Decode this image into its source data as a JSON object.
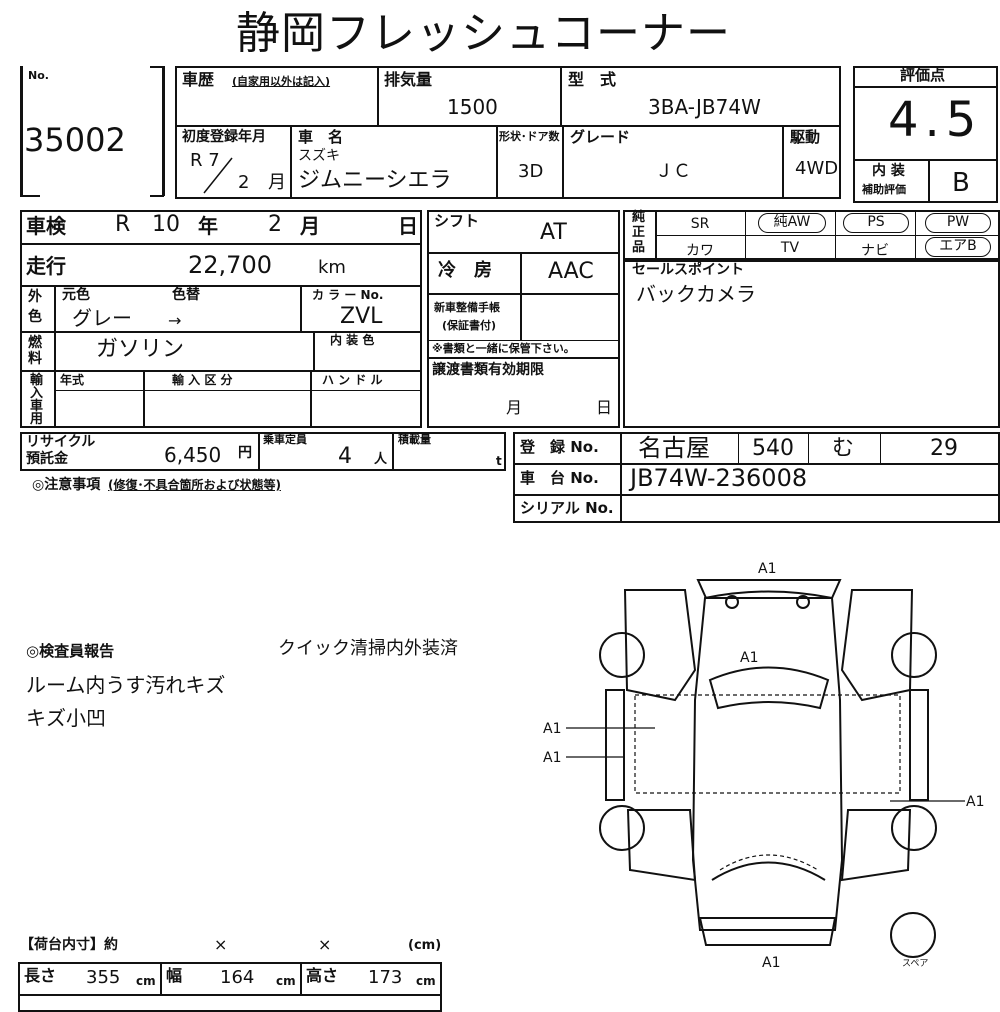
{
  "header": {
    "title": "静岡フレッシュコーナー"
  },
  "lot": {
    "label": "No.",
    "value": "35002"
  },
  "history": {
    "label": "車歴",
    "sub": "(自家用以外は記入)"
  },
  "displacement": {
    "label": "排気量",
    "value": "1500"
  },
  "model_code": {
    "label": "型　式",
    "value": "3BA-JB74W"
  },
  "first_reg": {
    "label": "初度登録年月",
    "era": "R 7",
    "month": "2",
    "month_unit": "月"
  },
  "car_name": {
    "label": "車　名",
    "maker": "スズキ",
    "model": "ジムニーシエラ"
  },
  "doors": {
    "label": "形状･ドア数",
    "value": "3D"
  },
  "grade": {
    "label": "グレード",
    "value": "ＪＣ"
  },
  "drive": {
    "label": "駆動",
    "value": "4WD"
  },
  "score": {
    "label": "評価点",
    "value": "4.5",
    "interior_label_1": "内 装",
    "interior_label_2": "補助評価",
    "interior_value": "B"
  },
  "inspection": {
    "label": "車検",
    "era": "R",
    "year": "10",
    "year_unit": "年",
    "month": "2",
    "month_unit": "月",
    "day_unit": "日"
  },
  "mileage": {
    "label": "走行",
    "value": "22,700",
    "unit": "km"
  },
  "shift": {
    "label": "シフト",
    "value": "AT"
  },
  "ac": {
    "label": "冷　房",
    "value": "AAC"
  },
  "color": {
    "side_label_1": "外",
    "side_label_2": "色",
    "original_label": "元色",
    "change_label": "色替",
    "original_value": "グレー",
    "change_value": "→",
    "code_label": "カ ラ ー No.",
    "code_value": "ZVL"
  },
  "fuel": {
    "side_label_1": "燃",
    "side_label_2": "料",
    "value": "ガソリン",
    "interior_color_label": "内 装 色"
  },
  "import": {
    "side_label": [
      "輸",
      "入",
      "車",
      "用"
    ],
    "year_label": "年式",
    "category_label": "輸 入 区 分",
    "handle_label": "ハ ン ド ル"
  },
  "warranty": {
    "label_1": "新車整備手帳",
    "label_2": "(保証書付)",
    "note": "※書類と一緒に保管下さい。"
  },
  "transfer": {
    "label": "譲渡書類有効期限",
    "month_unit": "月",
    "day_unit": "日"
  },
  "equipment": {
    "side_label": [
      "純",
      "正",
      "品"
    ],
    "row1": [
      "SR",
      "純AW",
      "PS",
      "PW"
    ],
    "row2": [
      "カワ",
      "TV",
      "ナビ",
      "エアB"
    ]
  },
  "sales_point": {
    "label": "セールスポイント",
    "value": "バックカメラ"
  },
  "recycle": {
    "label_1": "リサイクル",
    "label_2": "預託金",
    "value": "6,450",
    "unit": "円"
  },
  "capacity": {
    "label": "乗車定員",
    "value": "4",
    "unit": "人"
  },
  "load": {
    "label": "積載量",
    "unit": "t"
  },
  "registration": {
    "label": "登　録 No.",
    "city": "名古屋",
    "class": "540",
    "kana": "む",
    "number": "29"
  },
  "chassis": {
    "label": "車　台 No.",
    "value": "JB74W-236008"
  },
  "serial": {
    "label": "シリアル No."
  },
  "notes": {
    "label": "◎注意事項",
    "sub": "(修復･不具合箇所および状態等)"
  },
  "inspector": {
    "label": "◎検査員報告",
    "line0": "クイック清掃内外装済",
    "line1": "ルーム内うす汚れキズ",
    "line2": "キズ小凹"
  },
  "diagram": {
    "marks": [
      "A1",
      "A1",
      "A1",
      "A1",
      "A1",
      "A1"
    ],
    "spare": "スペア"
  },
  "cargo": {
    "label": "【荷台内寸】約",
    "times": "×",
    "unit": "(cm)",
    "length_label": "長さ",
    "length": "355",
    "width_label": "幅",
    "width": "164",
    "height_label": "高さ",
    "height": "173",
    "cm": "cm"
  }
}
